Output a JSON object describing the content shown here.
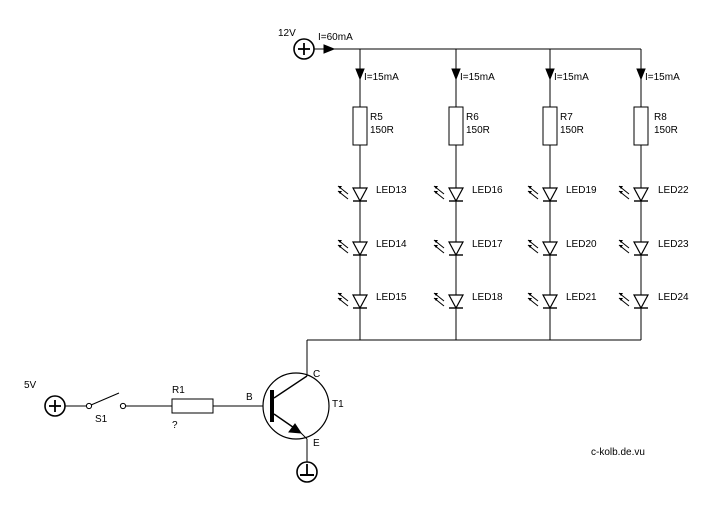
{
  "supply_12v": {
    "voltage": "12V",
    "current": "I=60mA"
  },
  "supply_5v": {
    "voltage": "5V"
  },
  "branches": [
    {
      "current": "I=15mA",
      "resistor": "R5",
      "value": "150R",
      "leds": [
        "LED13",
        "LED14",
        "LED15"
      ]
    },
    {
      "current": "I=15mA",
      "resistor": "R6",
      "value": "150R",
      "leds": [
        "LED16",
        "LED17",
        "LED18"
      ]
    },
    {
      "current": "I=15mA",
      "resistor": "R7",
      "value": "150R",
      "leds": [
        "LED19",
        "LED20",
        "LED21"
      ]
    },
    {
      "current": "I=15mA",
      "resistor": "R8",
      "value": "150R",
      "leds": [
        "LED22",
        "LED23",
        "LED24"
      ]
    }
  ],
  "switch": {
    "label": "S1"
  },
  "base_resistor": {
    "label": "R1",
    "value": "?"
  },
  "transistor": {
    "label": "T1",
    "collector": "C",
    "base": "B",
    "emitter": "E"
  },
  "credit": "c-kolb.de.vu"
}
